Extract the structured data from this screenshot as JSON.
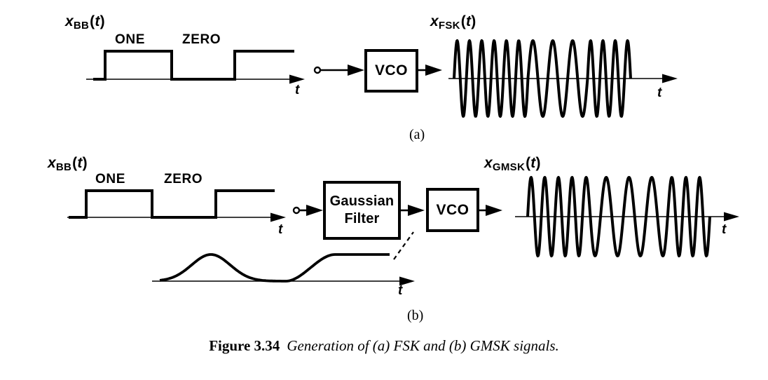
{
  "figure": {
    "caption_number": "Figure 3.34",
    "caption_text": "Generation of (a) FSK and (b) GMSK signals.",
    "part_a_marker": "(a)",
    "part_b_marker": "(b)"
  },
  "syms": {
    "open": "(",
    "t": "t",
    "close": ")"
  },
  "labels": {
    "xbb": {
      "base": "x",
      "sub": "BB"
    },
    "xfsk": {
      "base": "x",
      "sub": "FSK"
    },
    "xgmsk": {
      "base": "x",
      "sub": "GMSK"
    }
  },
  "blocks": {
    "vco": "VCO",
    "gaussian_line1": "Gaussian",
    "gaussian_line2": "Filter"
  },
  "colors": {
    "ink": "#000000",
    "background": "#ffffff"
  },
  "chart_data": [
    {
      "id": "baseband-a",
      "type": "line",
      "signal": "square-wave",
      "bits": [
        "ONE",
        "ZERO",
        "ONE"
      ],
      "levels": [
        1,
        0,
        1
      ],
      "xlabel": "t",
      "ylabel": "x_BB(t)"
    },
    {
      "id": "fsk-output",
      "type": "line",
      "signal": "fm-sinusoid",
      "transition": "abrupt",
      "xlabel": "t",
      "ylabel": "x_FSK(t)",
      "amplitude": 1,
      "segments": [
        {
          "bit": "ONE",
          "cycles": 6,
          "rel_freq": 1.0
        },
        {
          "bit": "ZERO",
          "cycles": 3,
          "rel_freq": 0.62
        },
        {
          "bit": "ONE",
          "cycles": 3.5,
          "rel_freq": 1.0
        }
      ]
    },
    {
      "id": "baseband-b",
      "type": "line",
      "signal": "square-wave",
      "bits": [
        "ONE",
        "ZERO",
        "ONE"
      ],
      "levels": [
        1,
        0,
        1
      ],
      "xlabel": "t",
      "ylabel": "x_BB(t)"
    },
    {
      "id": "gaussian-filtered",
      "type": "line",
      "signal": "gaussian-filtered-square",
      "description": "smooth pulse for first ONE, near zero for ZERO, smooth step up to plateau for final ONE",
      "xlabel": "t",
      "amplitude": 1
    },
    {
      "id": "gmsk-output",
      "type": "line",
      "signal": "fm-sinusoid",
      "transition": "smooth",
      "xlabel": "t",
      "ylabel": "x_GMSK(t)",
      "amplitude": 1,
      "segments": [
        {
          "bit": "ONE",
          "cycles": 4.5,
          "rel_freq": 1.0
        },
        {
          "bit": "ZERO",
          "cycles": 3.5,
          "rel_freq": 0.6
        },
        {
          "bit": "ONE",
          "cycles": 3,
          "rel_freq": 1.0
        }
      ]
    }
  ]
}
